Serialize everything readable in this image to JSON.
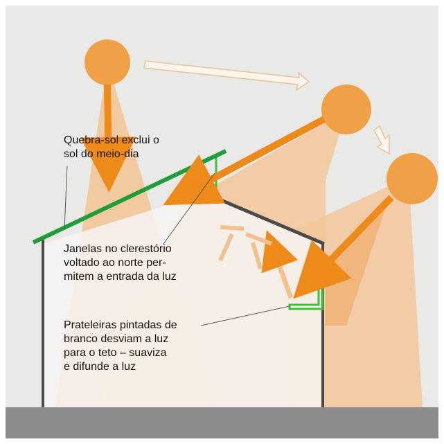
{
  "colors": {
    "background": "#e9e9e7",
    "frame": "#ffffff",
    "sun": "#f0a046",
    "sun_arrow": "#ee8a1a",
    "light_cone": "#f3c79a",
    "light_cone_strong": "#eea663",
    "interior_light": "#f7f5f2",
    "bounce_arrow": "#f2c191",
    "path_arrow_fill": "#fdf6ee",
    "path_arrow_stroke": "#e9c196",
    "brise_soleil": "#1f9d3a",
    "clerestory_frame": "#3cc43c",
    "light_shelf": "#3cc43c",
    "roof": "#4a4a4a",
    "walls": "#4a4a4a",
    "ground": "#8c8c8c",
    "leader_line": "#555555"
  },
  "icons": [
    "sun-icon",
    "sun-path-arrow-icon",
    "sunlight-arrow-icon"
  ],
  "annotations": {
    "brise_soleil": "Quebra-sol exclui o\nsol do meio-dia",
    "clerestory": "Janelas no clerestório\nvoltado ao norte per-\nmitem a entrada da luz",
    "light_shelves": "Prateleiras pintadas de\nbranco desviam a luz\npara o teto – suaviza\ne difunde a luz"
  }
}
